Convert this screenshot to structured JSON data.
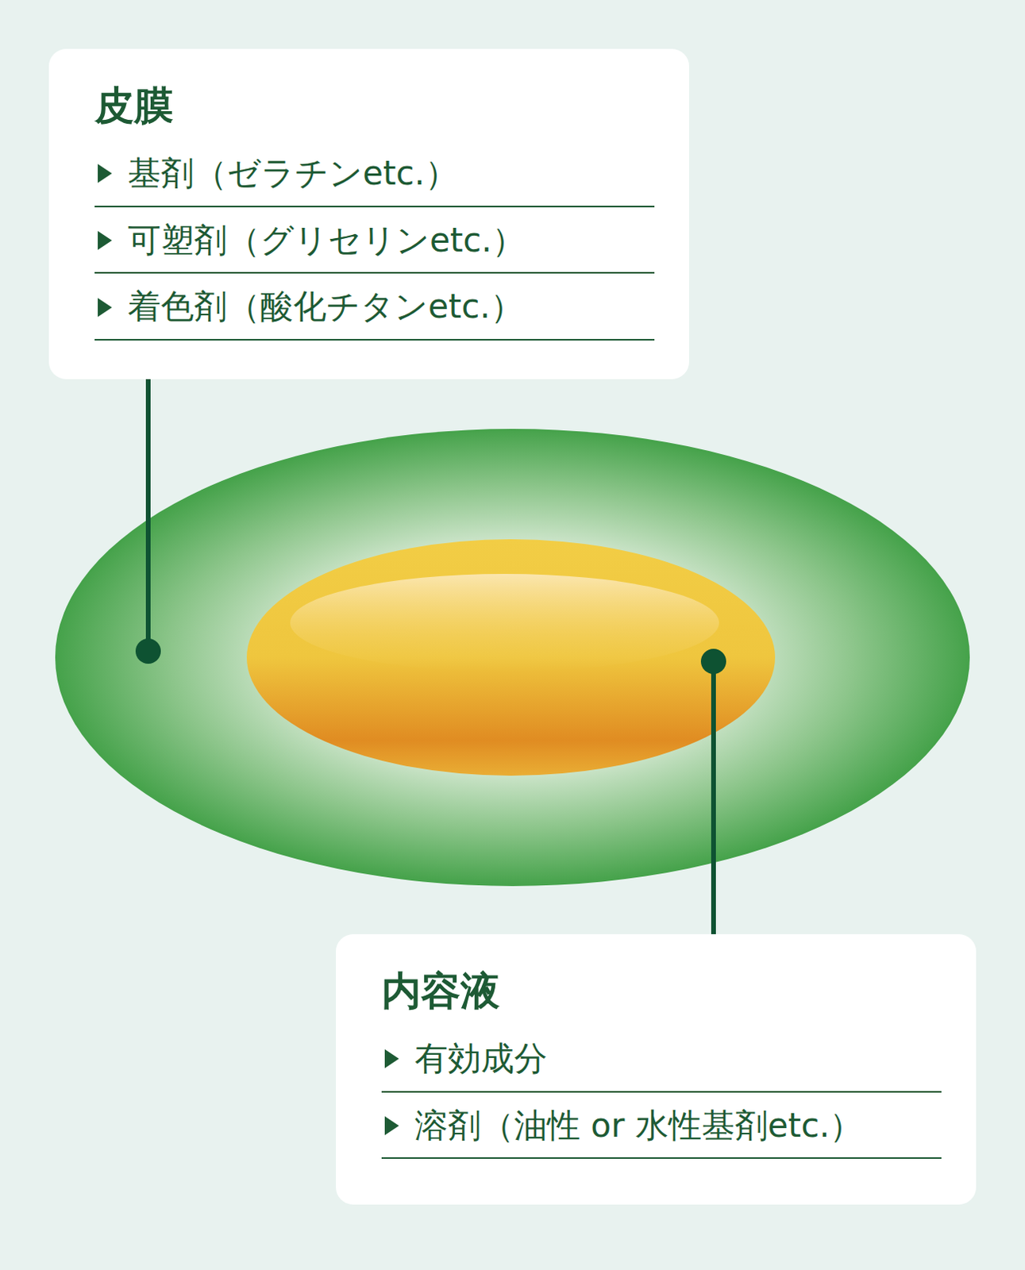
{
  "diagram": {
    "nodes": [
      {
        "text": [
          "皮膜",
          "基剤（ゼラチンetc.）",
          "可塑剤（グリセリンetc.）",
          "着色剤（酸化チタンetc.）"
        ]
      },
      {
        "text": [
          "内容液",
          "有効成分",
          "溶剤（油性 or 水性基剤etc.）"
        ]
      }
    ]
  }
}
